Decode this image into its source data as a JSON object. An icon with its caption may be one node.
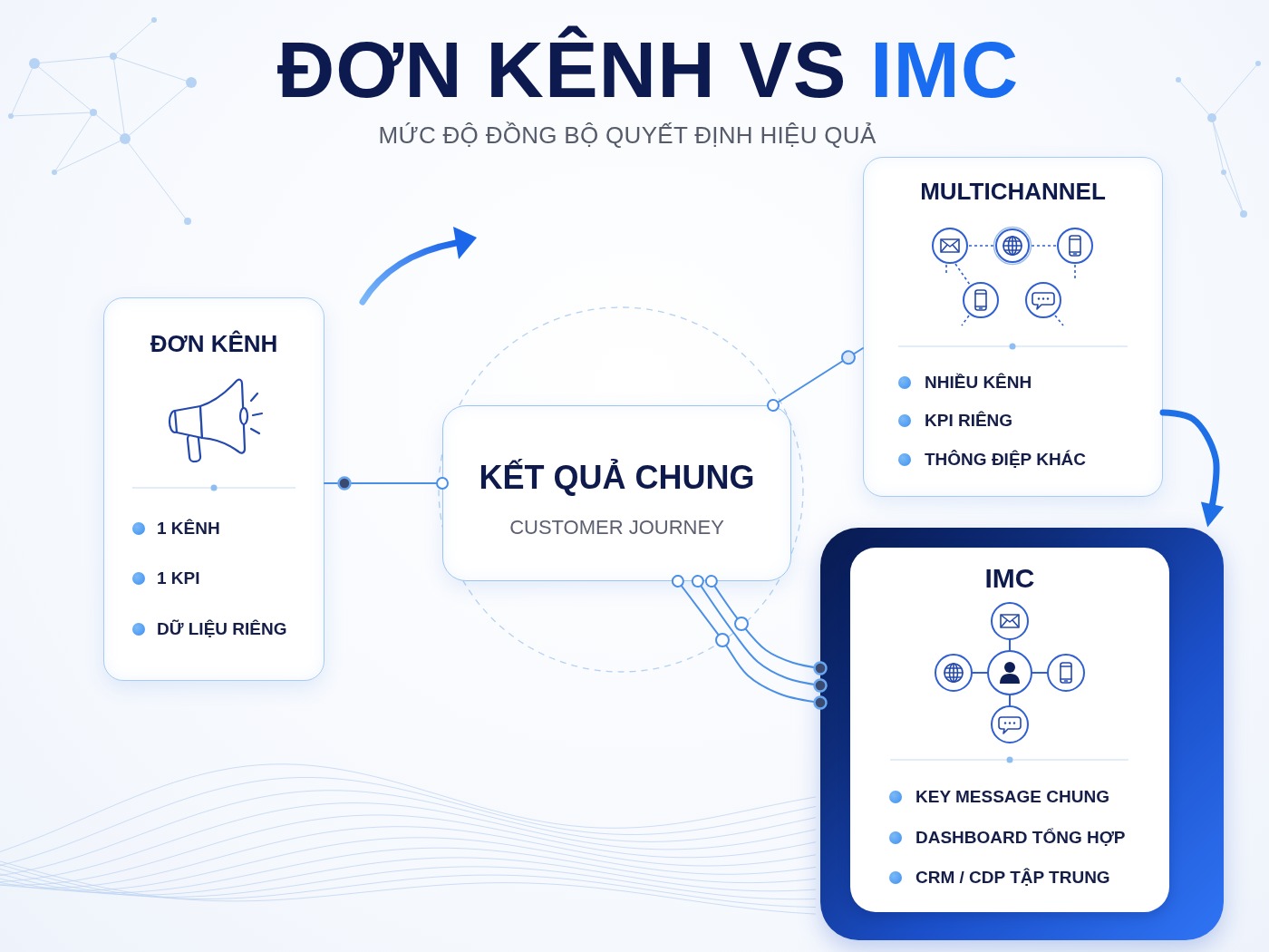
{
  "diagram": {
    "title": "ĐƠN KÊNH VS IMC",
    "nodes": [
      {
        "text": [
          "ĐƠN KÊNH",
          "1 KÊNH",
          "1 KPI",
          "DỮ LIỆU RIÊNG"
        ]
      },
      {
        "text": [
          "KẾT QUẢ CHUNG",
          "CUSTOMER JOURNEY"
        ]
      },
      {
        "text": [
          "MULTICHANNEL",
          "NHIỀU KÊNH",
          "KPI RIÊNG",
          "THÔNG ĐIỆP KHÁC"
        ]
      },
      {
        "text": [],
        "shape": "box"
      },
      {
        "text": [
          "IMC",
          "KEY MESSAGE CHUNG",
          "DASHBOARD TỔNG HỢP",
          "CRM / CDP TẬP TRUNG"
        ],
        "in": 3
      }
    ],
    "edges": [
      {
        "from": 0,
        "to": 1,
        "arrow": "other"
      },
      {
        "from": 1,
        "to": 2,
        "arrow": "other"
      },
      {
        "from": 1,
        "to": 3,
        "arrow": "other"
      },
      {
        "from": 1,
        "to": 3,
        "arrow": "other"
      },
      {
        "from": 1,
        "to": 3,
        "arrow": "other"
      },
      {
        "from": 2,
        "to": 3,
        "arrow": "to",
        "style": "thick",
        "color": "#1f6fe6"
      }
    ],
    "labels": [
      "MỨC ĐỘ ĐỒNG BỘ QUYẾT ĐỊNH HIỆU QUẢ"
    ]
  }
}
